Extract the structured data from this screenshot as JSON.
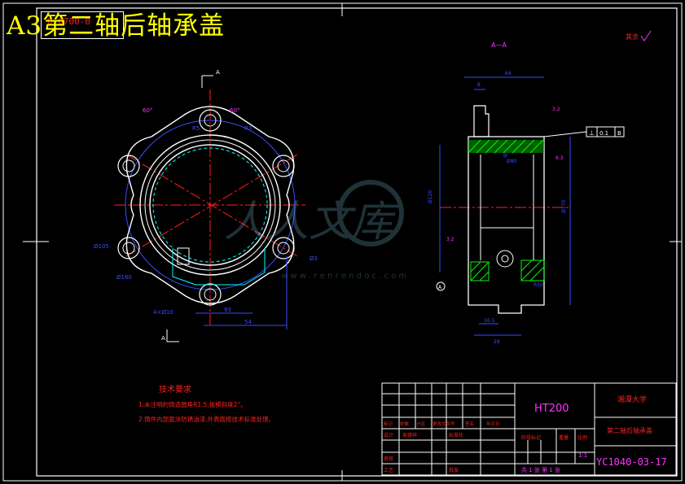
{
  "title": "A3第二轴后轴承盖",
  "stamp_code": "0-0700-0",
  "section_label": "A—A",
  "roughness_note": "其余",
  "watermark": {
    "brand": "人人文库",
    "url": "w w w . r e n r e n d o c . c o m"
  },
  "tech": {
    "heading": "技术要求",
    "lines": [
      "1.未注明的铸造圆角R1.5,拔模斜度2°。",
      "2.铸件内部面涂防锈油漆,外表面按技术标准处理。"
    ]
  },
  "front_dims": [
    "60°",
    "60°",
    "R3",
    "R5",
    "Ø105",
    "Ø160",
    "Ø3",
    "4×Ø10",
    "93",
    "54",
    "A",
    "A"
  ],
  "side_dims": [
    "8",
    "64",
    "3.2",
    "3.2",
    "6.3",
    "Ø120",
    "Ø170",
    "Ø80",
    "28",
    "16.5",
    "R50",
    "Ø",
    "A"
  ],
  "tolerance": {
    "symbol": "⊥",
    "value": "0.1",
    "datum": "B"
  },
  "titleblock": {
    "material": "HT200",
    "school": "湘潭大学",
    "part_name": "第二轴后轴承盖",
    "drawing_no": "YC1040-03-17",
    "scale_label": "比例",
    "scale": "1:1",
    "weight_label": "重量",
    "stage_label": "阶段标记",
    "sheet": "共 1 张 第 1 张",
    "header_cells": [
      "标记",
      "处数",
      "分区",
      "更改文件号",
      "签名",
      "年月日"
    ],
    "design": "设计",
    "designer": "吴德祥",
    "standard": "标准化",
    "review": "审核",
    "process": "工艺",
    "approve": "批准"
  },
  "colors": {
    "line": "#ffffff",
    "cyan": "#00ffff",
    "blue": "#3a4dff",
    "red": "#ff2020",
    "yellow": "#ffff00",
    "green": "#00ff00",
    "magenta": "#ff33ff"
  }
}
